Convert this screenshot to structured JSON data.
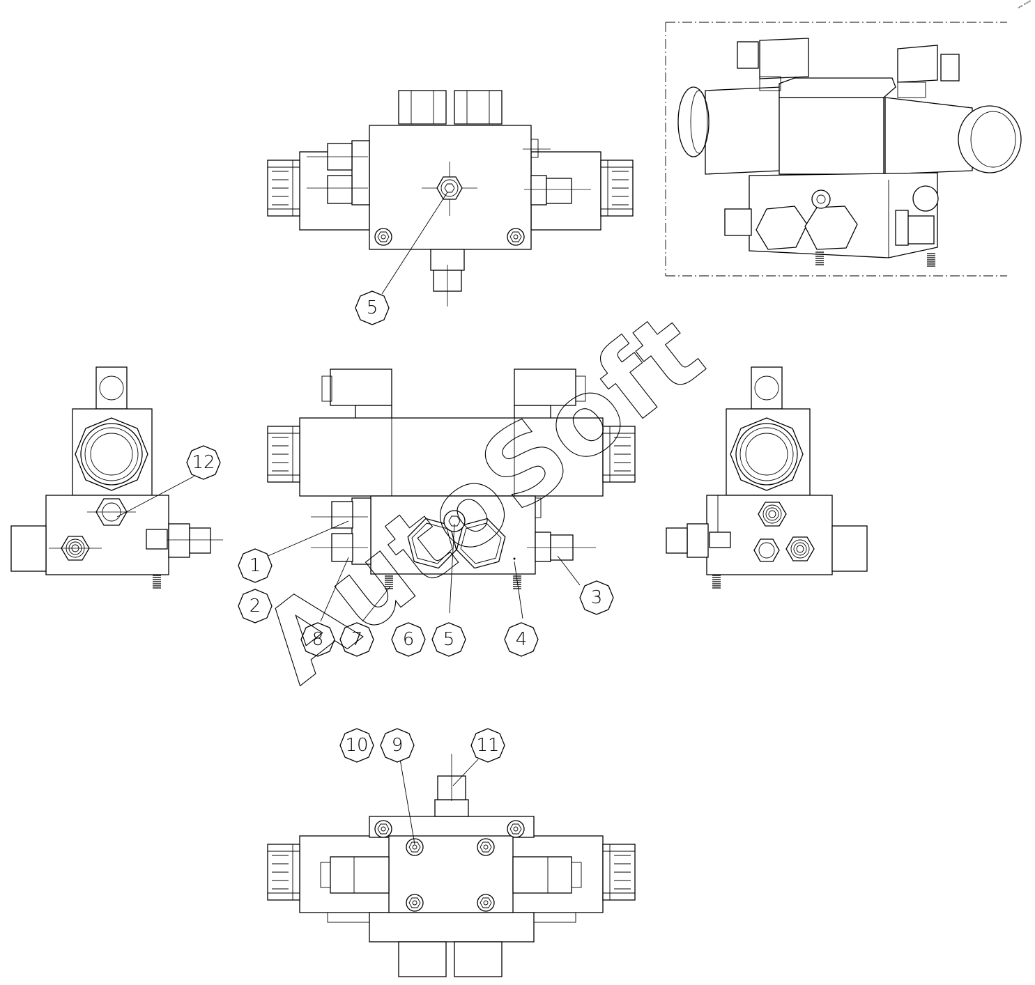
{
  "watermark": {
    "text": "AutoSoft"
  },
  "corner_mark": {
    "text": "ꟹꟹ ꟹꟹꟹ"
  },
  "callouts": {
    "top_view": [
      {
        "label": "5"
      }
    ],
    "front_view": [
      {
        "label": "1"
      },
      {
        "label": "2"
      },
      {
        "label": "3"
      },
      {
        "label": "4"
      },
      {
        "label": "5"
      },
      {
        "label": "6"
      },
      {
        "label": "7"
      },
      {
        "label": "8"
      }
    ],
    "left_view": [
      {
        "label": "12"
      }
    ],
    "bottom_view": [
      {
        "label": "10"
      },
      {
        "label": "9"
      },
      {
        "label": "11"
      }
    ]
  }
}
